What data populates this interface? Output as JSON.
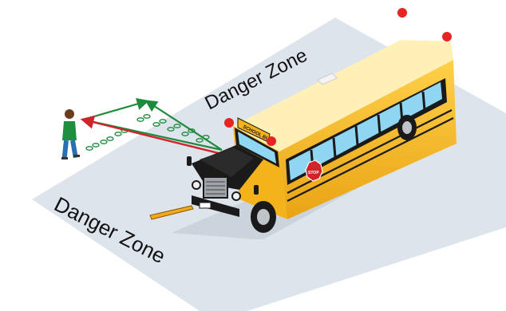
{
  "labels": {
    "zone_top": "Danger Zone",
    "zone_bottom": "Danger Zone",
    "bus_sign": "SCHOOL BUS",
    "stop_sign": "STOP"
  },
  "colors": {
    "zone": "#dde4ec",
    "bus_yellow": "#f6b51c",
    "bus_dark": "#1a1a1a",
    "window": "#8fd6f2",
    "warning_light": "#e52424",
    "green_arrow": "#1e8a3c",
    "red_arrow": "#d2232a",
    "crossing_arm": "#f2a91c"
  }
}
